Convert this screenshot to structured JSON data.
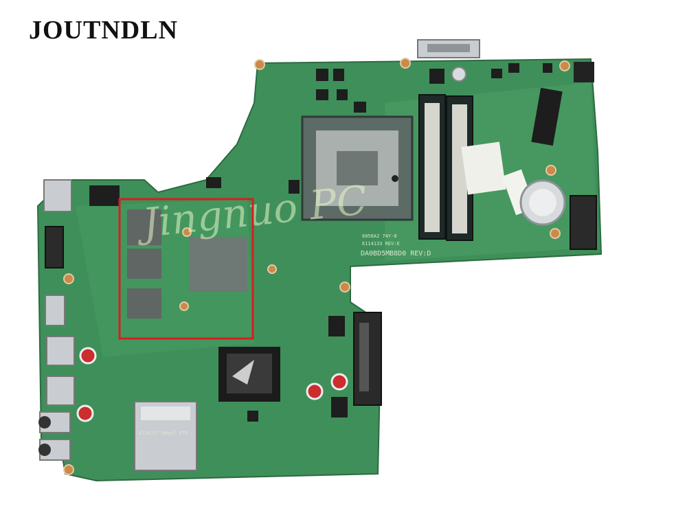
{
  "brand": {
    "text": "JOUTNDLN"
  },
  "board": {
    "silkscreen_model": "DA0BD5MB8D0 REV:D",
    "silkscreen_part": "6050A2 74Y-8",
    "silkscreen_sub": "E114133 REV:E",
    "sd_label": "A130727 BMedl ETO",
    "watermark": "Jingnuo PC"
  },
  "colors": {
    "pcb": "#3f8f5a",
    "pcb_dark": "#2f7547",
    "highlight_box": "#d81e1e",
    "metal": "#c9cdd1"
  }
}
